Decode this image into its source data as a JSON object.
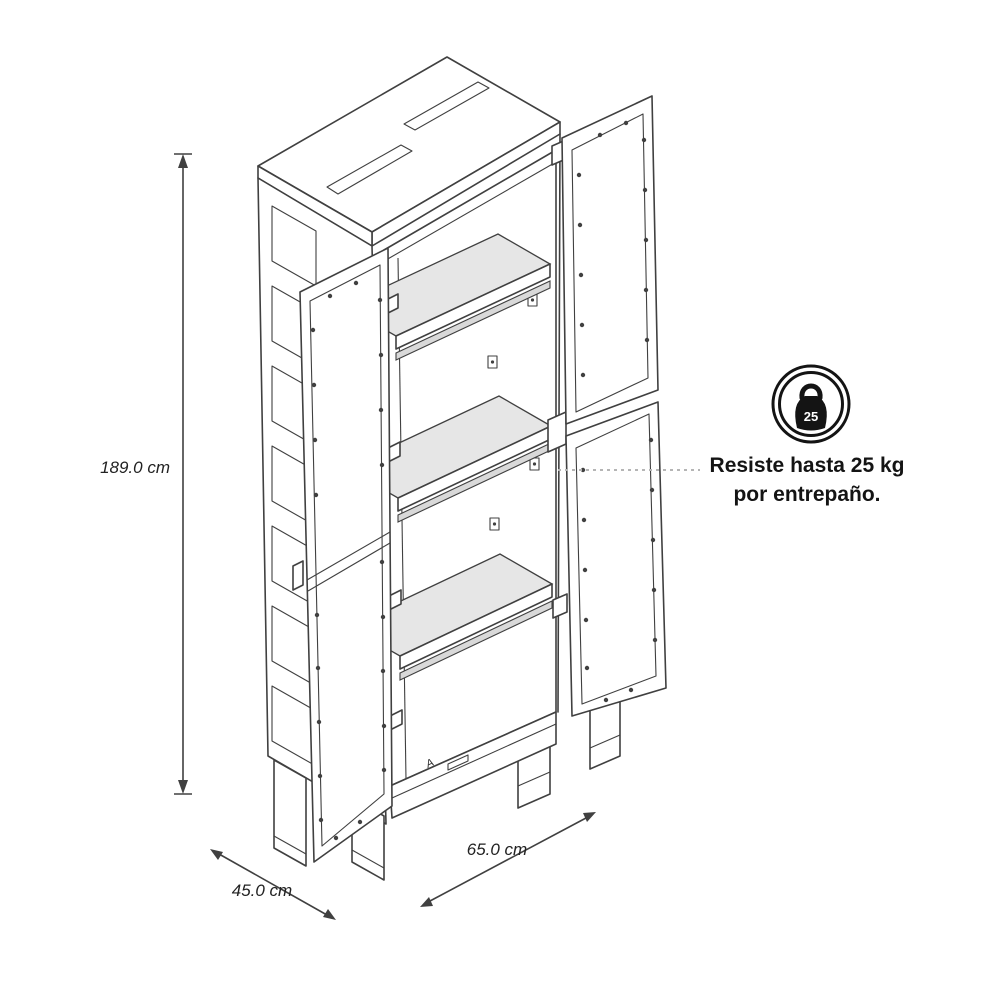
{
  "labels": {
    "height": "189.0 cm",
    "depth": "45.0 cm",
    "width": "65.0 cm"
  },
  "callout": {
    "badge_value": "25",
    "badge_icon": "weight-icon",
    "line1": "Resiste hasta 25 kg",
    "line2": "por entrepaño."
  },
  "marks": {
    "base_mark": "A"
  },
  "colors": {
    "line": "#404040",
    "shelf": "#e6e6e6",
    "rail": "#d9d9d9",
    "text": "#141414",
    "leader": "#b5b5b5"
  }
}
